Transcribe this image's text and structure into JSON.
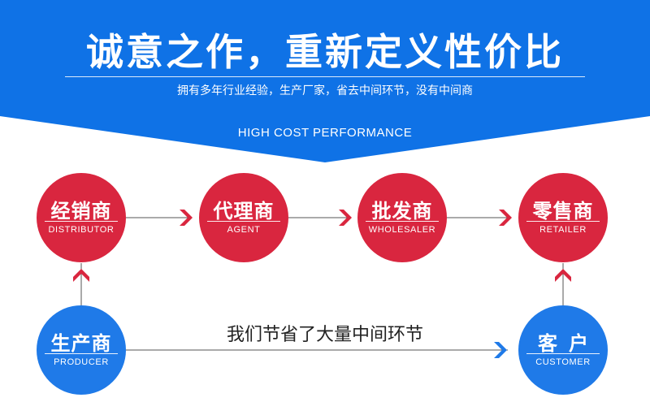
{
  "header": {
    "title": "诚意之作，重新定义性价比",
    "subtitle": "拥有多年行业经验，生产厂家，省去中间环节，没有中间商",
    "english": "HIGH COST PERFORMANCE"
  },
  "nodes": {
    "distributor": {
      "zh": "经销商",
      "en": "DISTRIBUTOR"
    },
    "agent": {
      "zh": "代理商",
      "en": "AGENT"
    },
    "wholesaler": {
      "zh": "批发商",
      "en": "WHOLESALER"
    },
    "retailer": {
      "zh": "零售商",
      "en": "RETAILER"
    },
    "producer": {
      "zh": "生产商",
      "en": "PRODUCER"
    },
    "customer": {
      "zh": "客户",
      "en": "CUSTOMER"
    }
  },
  "middle_text": "我们节省了大量中间环节",
  "colors": {
    "banner": "#0f72e6",
    "red": "#d9263f",
    "blue": "#1f7ae8"
  }
}
